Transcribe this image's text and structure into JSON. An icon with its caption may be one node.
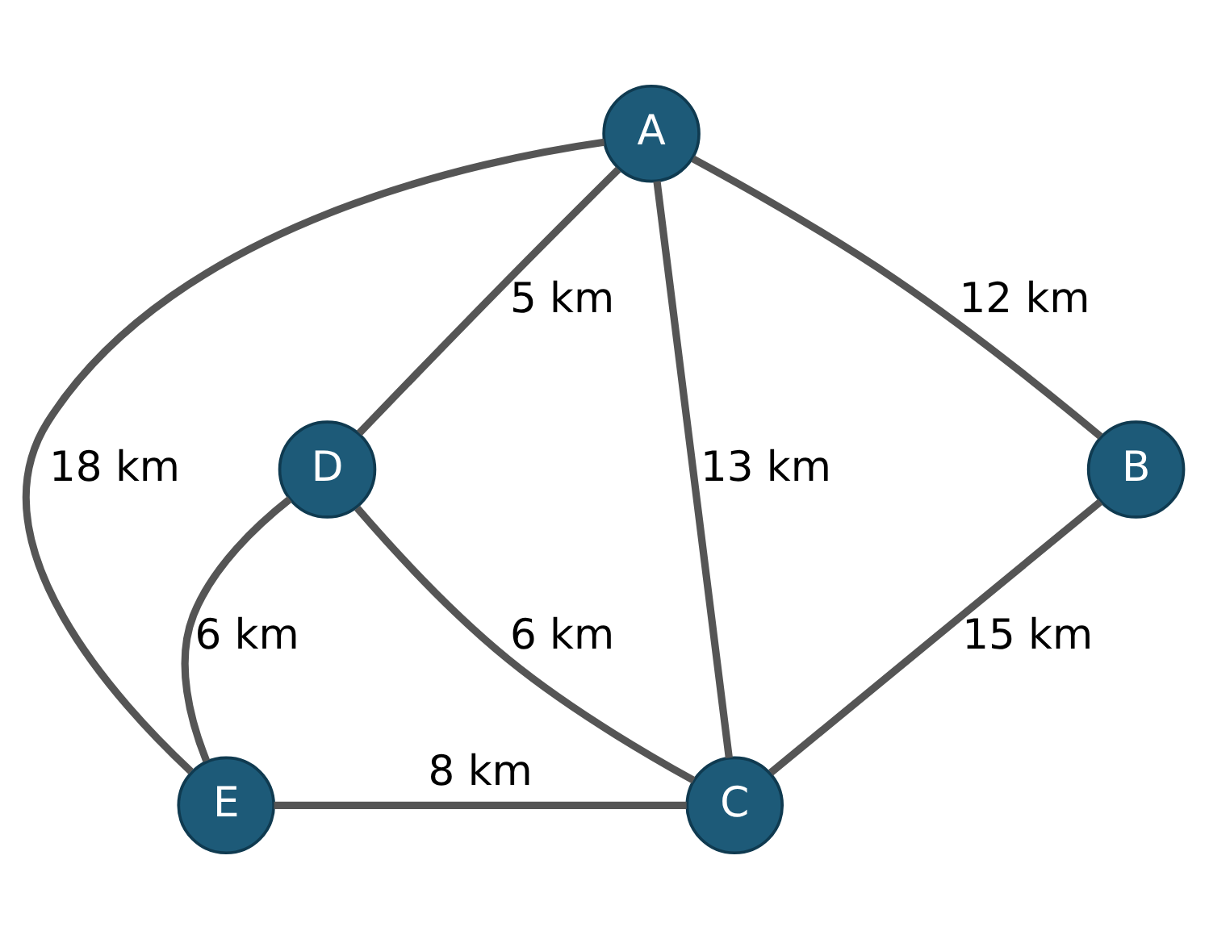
{
  "diagram": {
    "nodes": [
      {
        "text": [
          "A"
        ]
      },
      {
        "text": [
          "D"
        ]
      },
      {
        "text": [
          "B"
        ]
      },
      {
        "text": [
          "C"
        ]
      },
      {
        "text": [
          "E"
        ]
      }
    ],
    "edges": [
      {
        "from": 0,
        "to": 4,
        "arrow": "none",
        "label": "18 km"
      },
      {
        "from": 0,
        "to": 1,
        "arrow": "none",
        "label": "5 km"
      },
      {
        "from": 0,
        "to": 3,
        "arrow": "none",
        "label": "13 km"
      },
      {
        "from": 0,
        "to": 2,
        "arrow": "none",
        "label": "12 km"
      },
      {
        "from": 1,
        "to": 4,
        "arrow": "none",
        "label": "6 km"
      },
      {
        "from": 1,
        "to": 3,
        "arrow": "none",
        "label": "6 km"
      },
      {
        "from": 2,
        "to": 3,
        "arrow": "none",
        "label": "15 km"
      },
      {
        "from": 4,
        "to": 3,
        "arrow": "none",
        "label": "8 km"
      }
    ]
  }
}
